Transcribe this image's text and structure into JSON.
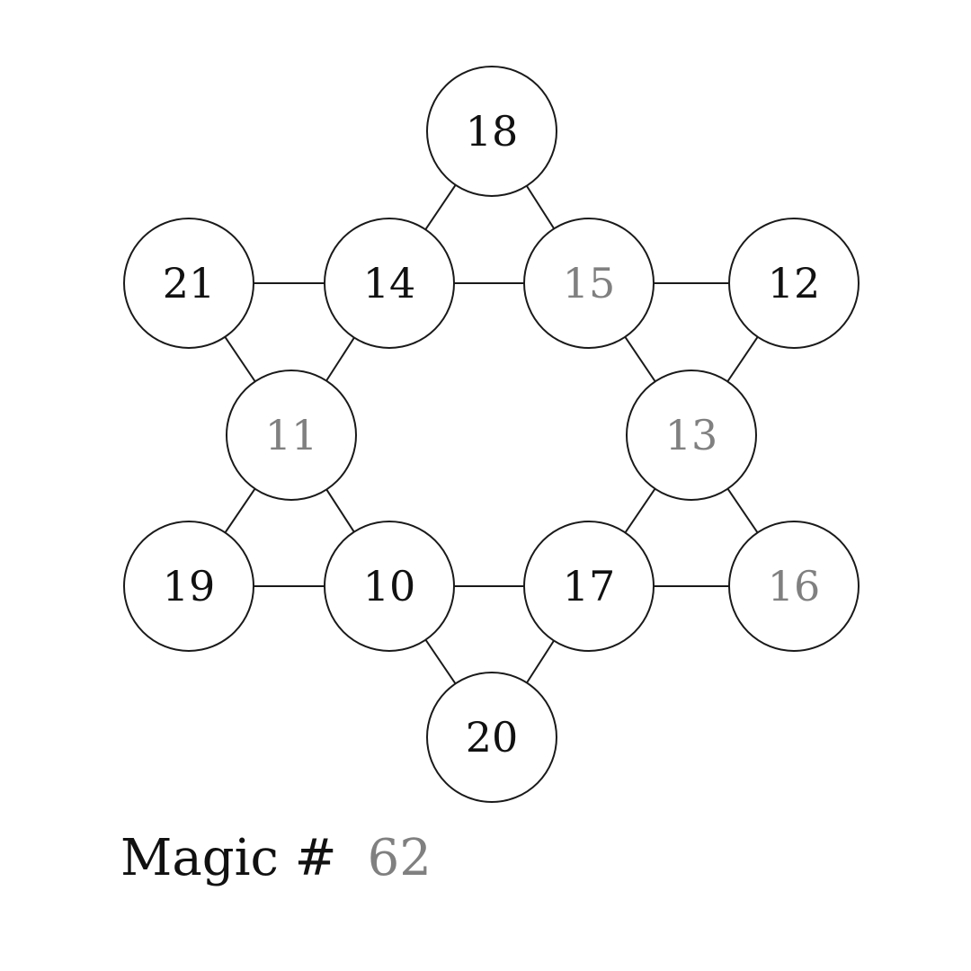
{
  "colors": {
    "given": "#111111",
    "answer": "#808080",
    "line": "#1a1a1a"
  },
  "nodes": [
    {
      "id": "top",
      "value": "18",
      "kind": "given"
    },
    {
      "id": "upper-left-outer",
      "value": "21",
      "kind": "given"
    },
    {
      "id": "upper-left-inner",
      "value": "14",
      "kind": "given"
    },
    {
      "id": "upper-right-inner",
      "value": "15",
      "kind": "answer"
    },
    {
      "id": "upper-right-outer",
      "value": "12",
      "kind": "given"
    },
    {
      "id": "mid-left",
      "value": "11",
      "kind": "answer"
    },
    {
      "id": "mid-right",
      "value": "13",
      "kind": "answer"
    },
    {
      "id": "lower-left-outer",
      "value": "19",
      "kind": "given"
    },
    {
      "id": "lower-left-inner",
      "value": "10",
      "kind": "given"
    },
    {
      "id": "lower-right-inner",
      "value": "17",
      "kind": "given"
    },
    {
      "id": "lower-right-outer",
      "value": "16",
      "kind": "answer"
    },
    {
      "id": "bottom",
      "value": "20",
      "kind": "given"
    }
  ],
  "edges": [
    [
      "top",
      "upper-left-inner"
    ],
    [
      "top",
      "upper-right-inner"
    ],
    [
      "upper-left-outer",
      "upper-left-inner"
    ],
    [
      "upper-left-inner",
      "upper-right-inner"
    ],
    [
      "upper-right-inner",
      "upper-right-outer"
    ],
    [
      "upper-left-outer",
      "mid-left"
    ],
    [
      "upper-left-inner",
      "mid-left"
    ],
    [
      "upper-right-inner",
      "mid-right"
    ],
    [
      "upper-right-outer",
      "mid-right"
    ],
    [
      "mid-left",
      "lower-left-outer"
    ],
    [
      "mid-left",
      "lower-left-inner"
    ],
    [
      "mid-right",
      "lower-right-inner"
    ],
    [
      "mid-right",
      "lower-right-outer"
    ],
    [
      "lower-left-outer",
      "lower-left-inner"
    ],
    [
      "lower-left-inner",
      "lower-right-inner"
    ],
    [
      "lower-right-inner",
      "lower-right-outer"
    ],
    [
      "lower-left-inner",
      "bottom"
    ],
    [
      "lower-right-inner",
      "bottom"
    ]
  ],
  "magic": {
    "label": "Magic #",
    "value": "62",
    "value_kind": "answer"
  }
}
